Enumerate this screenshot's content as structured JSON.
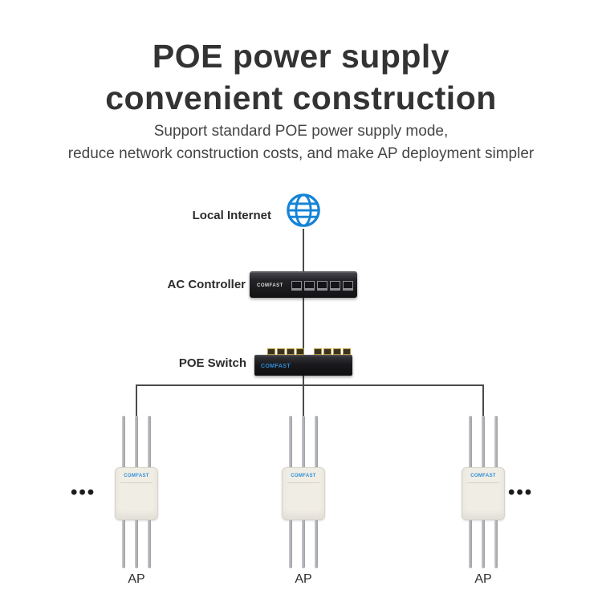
{
  "colors": {
    "accent": "#1583d6",
    "line": "#4a4a4a",
    "title": "#333333",
    "text": "#454545",
    "brand_blue": "#2f8fd6",
    "ap_body": "#f0ede5"
  },
  "title": {
    "line1": "POE power supply",
    "line2": "convenient construction"
  },
  "subtitle": {
    "line1": "Support standard POE power supply mode,",
    "line2": "reduce network construction costs, and make AP deployment simpler"
  },
  "diagram": {
    "internet": {
      "label": "Local Internet",
      "icon": "globe"
    },
    "ac_controller": {
      "label": "AC Controller",
      "brand": "COMFAST",
      "port_count": 5
    },
    "poe_switch": {
      "label": "POE Switch",
      "brand": "COMFAST",
      "port_count": 8
    },
    "aps": [
      {
        "label": "AP",
        "brand": "COMFAST"
      },
      {
        "label": "AP",
        "brand": "COMFAST"
      },
      {
        "label": "AP",
        "brand": "COMFAST"
      }
    ],
    "ellipsis_left": "•••",
    "ellipsis_right": "•••"
  }
}
